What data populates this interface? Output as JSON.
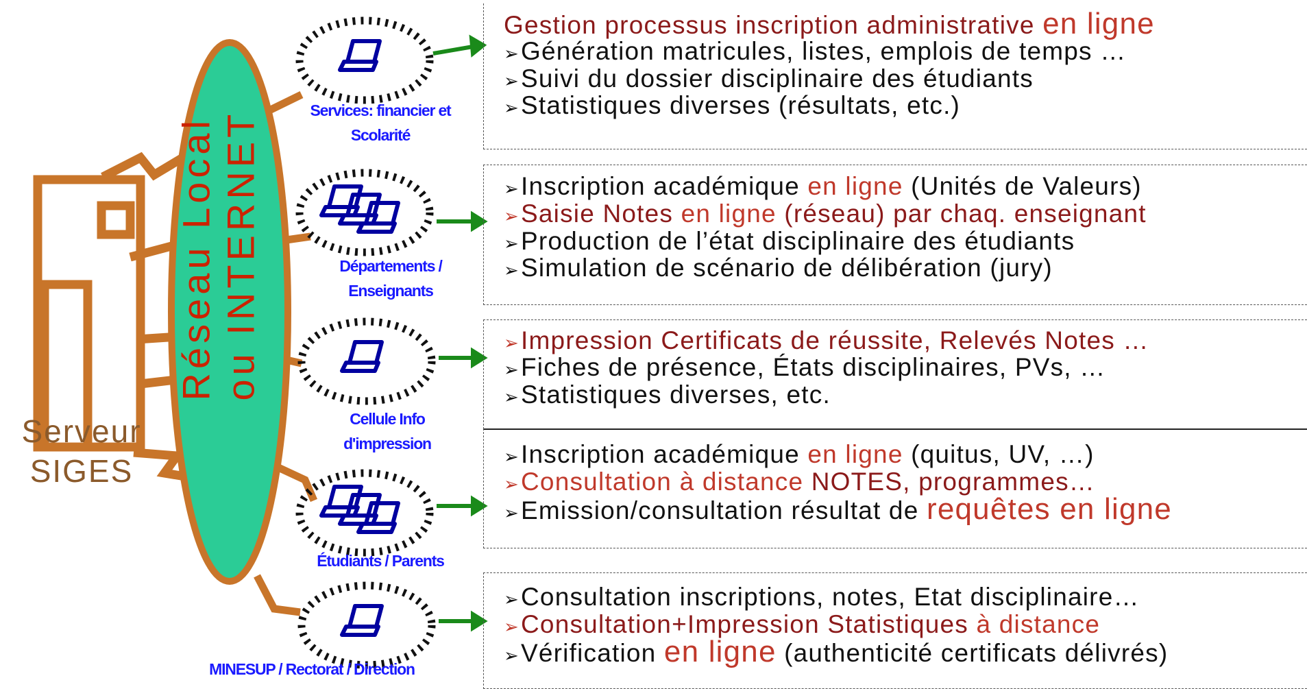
{
  "server": {
    "line1": "Serveur",
    "line2": "SIGES"
  },
  "network": {
    "line1": "Réseau Local",
    "line2": "ou INTERNET"
  },
  "devices": [
    {
      "label1": "Services: financier et",
      "label2": "Scolarité",
      "icon": "laptop-icon"
    },
    {
      "label1": "Départements /",
      "label2": "Enseignants",
      "icon": "laptops-group-icon"
    },
    {
      "label1": "Cellule Info",
      "label2": "d'impression",
      "icon": "laptop-icon"
    },
    {
      "label1": "",
      "label2": "Étudiants / Parents",
      "icon": "laptops-group-icon"
    },
    {
      "label1": "",
      "label2": "MINESUP / Rectorat / Direction",
      "icon": "laptop-icon"
    }
  ],
  "groups": [
    {
      "lines": [
        {
          "bullet": false,
          "parts": [
            {
              "text": "Gestion processus inscription administrative ",
              "style": "dark-red"
            },
            {
              "text": "en ligne",
              "style": "red big"
            }
          ]
        },
        {
          "bullet": true,
          "parts": [
            {
              "text": "Génération matricules, listes, emplois de temps …",
              "style": ""
            }
          ]
        },
        {
          "bullet": true,
          "parts": [
            {
              "text": "Suivi du dossier disciplinaire des étudiants",
              "style": ""
            }
          ]
        },
        {
          "bullet": true,
          "parts": [
            {
              "text": "Statistiques diverses (résultats, etc.)",
              "style": ""
            }
          ]
        }
      ]
    },
    {
      "lines": [
        {
          "bullet": true,
          "parts": [
            {
              "text": "Inscription académique ",
              "style": ""
            },
            {
              "text": "en ligne",
              "style": "red"
            },
            {
              "text": " (Unités de Valeurs)",
              "style": ""
            }
          ]
        },
        {
          "bullet": true,
          "bulletStyle": "red",
          "parts": [
            {
              "text": "Saisie Notes ",
              "style": "dark-red"
            },
            {
              "text": "en ligne",
              "style": "red"
            },
            {
              "text": " (réseau) par chaq. enseignant",
              "style": "dark-red"
            }
          ]
        },
        {
          "bullet": true,
          "parts": [
            {
              "text": "Production de l’état disciplinaire des étudiants",
              "style": ""
            }
          ]
        },
        {
          "bullet": true,
          "parts": [
            {
              "text": "Simulation de scénario de délibération (jury)",
              "style": ""
            }
          ]
        }
      ]
    },
    {
      "lines": [
        {
          "bullet": true,
          "bulletStyle": "red",
          "parts": [
            {
              "text": "Impression Certificats de réussite, Relevés Notes …",
              "style": "dark-red"
            }
          ]
        },
        {
          "bullet": true,
          "parts": [
            {
              "text": "Fiches de présence, États disciplinaires, PVs, …",
              "style": ""
            }
          ]
        },
        {
          "bullet": true,
          "parts": [
            {
              "text": "Statistiques diverses, etc.",
              "style": ""
            }
          ]
        }
      ]
    },
    {
      "lines": [
        {
          "bullet": true,
          "parts": [
            {
              "text": "Inscription académique ",
              "style": ""
            },
            {
              "text": "en ligne",
              "style": "red"
            },
            {
              "text": " (quitus, UV, …)",
              "style": ""
            }
          ]
        },
        {
          "bullet": true,
          "bulletStyle": "red",
          "parts": [
            {
              "text": "Consultation à distance ",
              "style": "red"
            },
            {
              "text": "NOTES, programmes…",
              "style": "dark-red"
            }
          ]
        },
        {
          "bullet": true,
          "parts": [
            {
              "text": "Emission/consultation résultat de ",
              "style": ""
            },
            {
              "text": "requêtes en ligne",
              "style": "red big"
            }
          ]
        }
      ]
    },
    {
      "lines": [
        {
          "bullet": true,
          "parts": [
            {
              "text": "Consultation inscriptions, notes, Etat disciplinaire…",
              "style": ""
            }
          ]
        },
        {
          "bullet": true,
          "bulletStyle": "red",
          "parts": [
            {
              "text": "Consultation+Impression Statistiques ",
              "style": "dark-red"
            },
            {
              "text": "à distance",
              "style": "red"
            }
          ]
        },
        {
          "bullet": true,
          "parts": [
            {
              "text": "Vérification ",
              "style": ""
            },
            {
              "text": "en ligne",
              "style": "red big"
            },
            {
              "text": " (authenticité certificats délivrés)",
              "style": ""
            }
          ]
        }
      ]
    }
  ],
  "colors": {
    "server": "#c8752a",
    "network_fill": "#2bcc96",
    "network_text": "#cc2200",
    "device": "#0000a0",
    "device_label": "#1a1aff",
    "arrow": "#1a8a1a",
    "text": "#111111",
    "highlight": "#c0392b",
    "highlight_dark": "#8b1a1a"
  }
}
